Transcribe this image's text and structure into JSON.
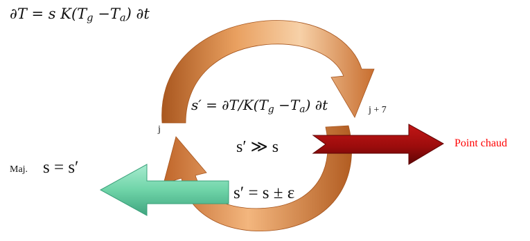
{
  "equations": {
    "heat_flux": {
      "lhs": "∂T = s K(T",
      "sub1": "g",
      "mid": " −T",
      "sub2": "a",
      "rhs": ") ∂t"
    },
    "estimate": {
      "lhs": "s′ = ∂T/K(T",
      "sub1": "g",
      "mid": " −T",
      "sub2": "a",
      "rhs": ") ∂t"
    },
    "much_greater": "s′ ≫ s",
    "approx_equal": "s′ = s ± ε",
    "update_eq": "s = s′"
  },
  "labels": {
    "step_j": "j",
    "step_j7": "j + 7",
    "update_prefix": "Maj.",
    "hot_spot": "Point chaud"
  },
  "colors": {
    "cycle_orange": "#d98a4a",
    "cycle_light": "#f6c79a",
    "cycle_dark": "#a5541d",
    "hot_arrow": "#b01010",
    "hot_arrow_dark": "#6e0606",
    "hot_text": "#ff0000",
    "update_arrow": "#6fd4a8",
    "update_arrow_dark": "#3aa07a"
  }
}
